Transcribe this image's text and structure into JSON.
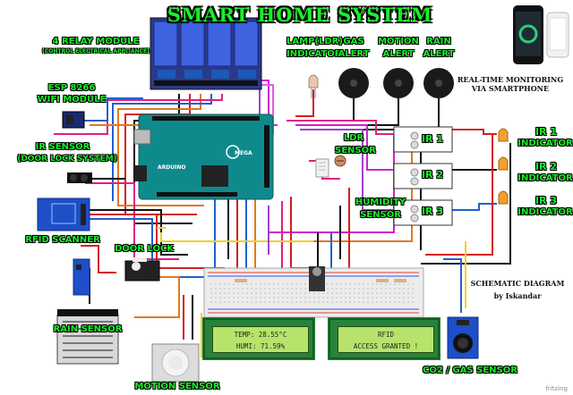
{
  "title": "SMART HOME SYSTEM",
  "labels": {
    "relay": "4 RELAY MODULE",
    "relay_sub": "(CONTROL ELECTRICAL APPLIANCE)",
    "lamp": "LAMP(LDR)",
    "lamp2": "INDICATOR",
    "gas": "GAS",
    "gas2": "ALERT",
    "motion": "MOTION",
    "motion2": "ALERT",
    "rain": "RAIN",
    "rain2": "ALERT",
    "esp": "ESP 8266",
    "esp2": "WIFI MODULE",
    "ir": "IR SENSOR",
    "ir2": "(DOOR LOCK SYSTEM)",
    "ldr": "LDR",
    "ldr2": "SENSOR",
    "ir1": "IR 1",
    "ir2s": "IR 2",
    "ir3": "IR 3",
    "ind1": "IR 1",
    "ind1b": "INDICATOR",
    "ind2": "IR 2",
    "ind2b": "INDICATOR",
    "ind3": "IR 3",
    "ind3b": "INDICATOR",
    "humidity": "HUMIDITY",
    "humidity2": "SENSOR",
    "rfid": "RFID SCANNER",
    "door": "DOOR LOCK",
    "rain_sensor": "RAIN SENSOR",
    "motion_sensor": "MOTION SENSOR",
    "co2": "CO2 / GAS SENSOR"
  },
  "monitoring": {
    "line1": "REAL-TIME MONITORING",
    "line2": "VIA SMARTPHONE"
  },
  "schematic": {
    "line1": "SCHEMATIC DIAGRAM",
    "line2": "by Iskandar"
  },
  "lcd1": {
    "line1": "TEMP: 28.55°C",
    "line2": "HUMI: 71.59%"
  },
  "lcd2": {
    "line1": "RFID",
    "line2": "ACCESS GRANTED !"
  },
  "board": {
    "brand": "ARDUINO",
    "model": "MEGA"
  },
  "footer": "fritzing",
  "colors": {
    "label": "#19f028",
    "board": "#0f8a8c",
    "relay": "#3b5bd6",
    "lcd": "#b7e36b"
  }
}
